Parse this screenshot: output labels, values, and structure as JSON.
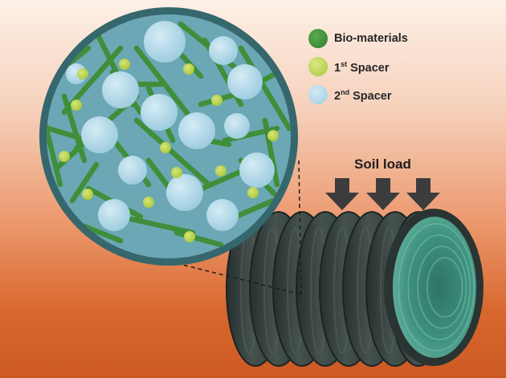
{
  "legend": {
    "items": [
      {
        "key": "bio",
        "label": "Bio-materials",
        "color": "#3f8f3a"
      },
      {
        "key": "spacer1",
        "label_prefix": "1",
        "label_sup": "st",
        "label_suffix": " Spacer",
        "color": "#b5cf3f"
      },
      {
        "key": "spacer2",
        "label_prefix": "2",
        "label_sup": "nd",
        "label_suffix": " Spacer",
        "color": "#a9d3e6"
      }
    ]
  },
  "pipe": {
    "load_label": "Soil load",
    "load_arrow_count": 3,
    "corrugation_count": 8,
    "body_color": "#33413f",
    "inner_color": "#3a8a76"
  },
  "zoom_view": {
    "ring_color": "#34696f",
    "matrix_color": "#6aa7b4"
  },
  "colors": {
    "background_top": "#fdf0e7",
    "background_bottom": "#cc5a22",
    "arrow": "#3c3c3c"
  }
}
